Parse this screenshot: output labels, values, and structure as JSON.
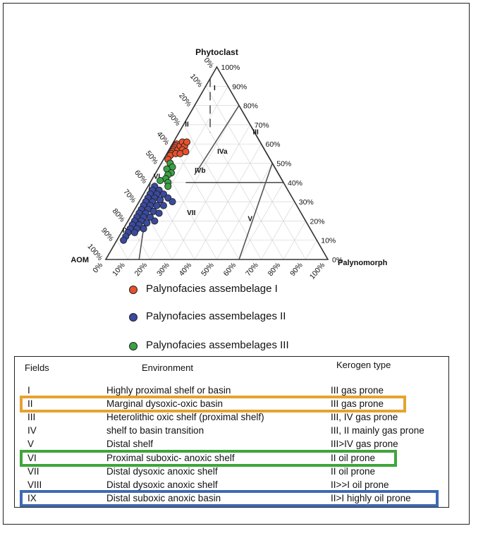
{
  "chart_data": {
    "type": "scatter",
    "subtype": "ternary",
    "axes": {
      "top": "Phytoclast",
      "left": "AOM",
      "right": "Palynomorph"
    },
    "phytoclast_ticks": [
      "0%",
      "10%",
      "20%",
      "30%",
      "40%",
      "50%",
      "60%",
      "70%",
      "80%",
      "90%",
      "100%"
    ],
    "aom_ticks": [
      "0%",
      "10%",
      "20%",
      "30%",
      "40%",
      "50%",
      "60%",
      "70%",
      "80%",
      "90%",
      "100%"
    ],
    "palynomorph_ticks": [
      "0%",
      "10%",
      "20%",
      "30%",
      "40%",
      "50%",
      "60%",
      "70%",
      "80%",
      "90%",
      "100%"
    ],
    "grid": true,
    "field_labels": [
      "I",
      "II",
      "III",
      "IVa",
      "IVb",
      "V",
      "VI",
      "VII",
      "IX"
    ],
    "series": [
      {
        "name": "Palynofacies assembelage I",
        "color": "#e8512b",
        "points": [
          {
            "phytoclast": 60,
            "aom": 38,
            "palynomorph": 2
          },
          {
            "phytoclast": 59,
            "aom": 39,
            "palynomorph": 2
          },
          {
            "phytoclast": 58,
            "aom": 40,
            "palynomorph": 2
          },
          {
            "phytoclast": 57,
            "aom": 41,
            "palynomorph": 2
          },
          {
            "phytoclast": 56,
            "aom": 42,
            "palynomorph": 2
          },
          {
            "phytoclast": 55,
            "aom": 43,
            "palynomorph": 2
          },
          {
            "phytoclast": 54,
            "aom": 44,
            "palynomorph": 2
          },
          {
            "phytoclast": 57,
            "aom": 39,
            "palynomorph": 4
          },
          {
            "phytoclast": 55,
            "aom": 41,
            "palynomorph": 4
          },
          {
            "phytoclast": 59,
            "aom": 37,
            "palynomorph": 4
          },
          {
            "phytoclast": 61,
            "aom": 35,
            "palynomorph": 4
          },
          {
            "phytoclast": 59,
            "aom": 35,
            "palynomorph": 6
          },
          {
            "phytoclast": 57,
            "aom": 37,
            "palynomorph": 6
          },
          {
            "phytoclast": 55,
            "aom": 39,
            "palynomorph": 6
          },
          {
            "phytoclast": 61,
            "aom": 33,
            "palynomorph": 6
          },
          {
            "phytoclast": 56,
            "aom": 36,
            "palynomorph": 8
          },
          {
            "phytoclast": 52,
            "aom": 46,
            "palynomorph": 2
          }
        ]
      },
      {
        "name": "Palynofacies assembelages II",
        "color": "#3a4aa0",
        "points": [
          {
            "phytoclast": 38,
            "aom": 59,
            "palynomorph": 3
          },
          {
            "phytoclast": 36,
            "aom": 61,
            "palynomorph": 3
          },
          {
            "phytoclast": 34,
            "aom": 63,
            "palynomorph": 3
          },
          {
            "phytoclast": 32,
            "aom": 65,
            "palynomorph": 3
          },
          {
            "phytoclast": 30,
            "aom": 67,
            "palynomorph": 3
          },
          {
            "phytoclast": 28,
            "aom": 69,
            "palynomorph": 3
          },
          {
            "phytoclast": 26,
            "aom": 71,
            "palynomorph": 3
          },
          {
            "phytoclast": 24,
            "aom": 73,
            "palynomorph": 3
          },
          {
            "phytoclast": 22,
            "aom": 75,
            "palynomorph": 3
          },
          {
            "phytoclast": 20,
            "aom": 77,
            "palynomorph": 3
          },
          {
            "phytoclast": 18,
            "aom": 79,
            "palynomorph": 3
          },
          {
            "phytoclast": 16,
            "aom": 81,
            "palynomorph": 3
          },
          {
            "phytoclast": 14,
            "aom": 83,
            "palynomorph": 3
          },
          {
            "phytoclast": 12,
            "aom": 85,
            "palynomorph": 3
          },
          {
            "phytoclast": 10,
            "aom": 87,
            "palynomorph": 3
          },
          {
            "phytoclast": 36,
            "aom": 58,
            "palynomorph": 6
          },
          {
            "phytoclast": 34,
            "aom": 60,
            "palynomorph": 6
          },
          {
            "phytoclast": 32,
            "aom": 62,
            "palynomorph": 6
          },
          {
            "phytoclast": 30,
            "aom": 64,
            "palynomorph": 6
          },
          {
            "phytoclast": 28,
            "aom": 66,
            "palynomorph": 6
          },
          {
            "phytoclast": 26,
            "aom": 68,
            "palynomorph": 6
          },
          {
            "phytoclast": 24,
            "aom": 70,
            "palynomorph": 6
          },
          {
            "phytoclast": 22,
            "aom": 72,
            "palynomorph": 6
          },
          {
            "phytoclast": 20,
            "aom": 74,
            "palynomorph": 6
          },
          {
            "phytoclast": 18,
            "aom": 76,
            "palynomorph": 6
          },
          {
            "phytoclast": 16,
            "aom": 78,
            "palynomorph": 6
          },
          {
            "phytoclast": 14,
            "aom": 80,
            "palynomorph": 6
          },
          {
            "phytoclast": 34,
            "aom": 57,
            "palynomorph": 9
          },
          {
            "phytoclast": 31,
            "aom": 60,
            "palynomorph": 9
          },
          {
            "phytoclast": 28,
            "aom": 63,
            "palynomorph": 9
          },
          {
            "phytoclast": 25,
            "aom": 66,
            "palynomorph": 9
          },
          {
            "phytoclast": 22,
            "aom": 69,
            "palynomorph": 9
          },
          {
            "phytoclast": 19,
            "aom": 72,
            "palynomorph": 9
          },
          {
            "phytoclast": 16,
            "aom": 75,
            "palynomorph": 9
          },
          {
            "phytoclast": 32,
            "aom": 56,
            "palynomorph": 12
          },
          {
            "phytoclast": 28,
            "aom": 60,
            "palynomorph": 12
          },
          {
            "phytoclast": 24,
            "aom": 64,
            "palynomorph": 12
          },
          {
            "phytoclast": 20,
            "aom": 68,
            "palynomorph": 12
          },
          {
            "phytoclast": 30,
            "aom": 55,
            "palynomorph": 15
          }
        ]
      },
      {
        "name": "Palynofacies assembelages III",
        "color": "#3aa244",
        "points": [
          {
            "phytoclast": 50,
            "aom": 46,
            "palynomorph": 4
          },
          {
            "phytoclast": 48,
            "aom": 46,
            "palynomorph": 6
          },
          {
            "phytoclast": 47,
            "aom": 49,
            "palynomorph": 4
          },
          {
            "phytoclast": 45,
            "aom": 48,
            "palynomorph": 7
          },
          {
            "phytoclast": 44,
            "aom": 50,
            "palynomorph": 6
          },
          {
            "phytoclast": 42,
            "aom": 52,
            "palynomorph": 6
          },
          {
            "phytoclast": 41,
            "aom": 55,
            "palynomorph": 4
          },
          {
            "phytoclast": 40,
            "aom": 52,
            "palynomorph": 8
          },
          {
            "phytoclast": 38,
            "aom": 53,
            "palynomorph": 9
          }
        ]
      }
    ]
  },
  "table": {
    "headers": {
      "fields": "Fields",
      "environment": "Environment",
      "kerogen": "Kerogen type"
    },
    "rows": [
      {
        "field": "I",
        "environment": "Highly proximal shelf or basin",
        "kerogen": "III gas prone"
      },
      {
        "field": "II",
        "environment": "Marginal dysoxic-oxic basin",
        "kerogen": "III gas prone"
      },
      {
        "field": "III",
        "environment": "Heterolithic oxic shelf (proximal shelf)",
        "kerogen": "III, IV gas prone"
      },
      {
        "field": "IV",
        "environment": "shelf to basin transition",
        "kerogen": "III, II mainly gas prone"
      },
      {
        "field": "V",
        "environment": "Distal shelf",
        "kerogen": "III>IV gas prone"
      },
      {
        "field": "VI",
        "environment": "Proximal suboxic- anoxic shelf",
        "kerogen": "II oil prone"
      },
      {
        "field": "VII",
        "environment": "Distal dysoxic anoxic shelf",
        "kerogen": "II oil prone"
      },
      {
        "field": "VIII",
        "environment": "Distal dysoxic anoxic shelf",
        "kerogen": "II>>I oil prone"
      },
      {
        "field": "IX",
        "environment": "Distal suboxic anoxic basin",
        "kerogen": "II>I highly oil prone"
      }
    ],
    "highlights": [
      {
        "field": "II",
        "color": "#e5a330"
      },
      {
        "field": "VI",
        "color": "#3fa53c"
      },
      {
        "field": "IX",
        "color": "#3d6ab3"
      }
    ]
  }
}
